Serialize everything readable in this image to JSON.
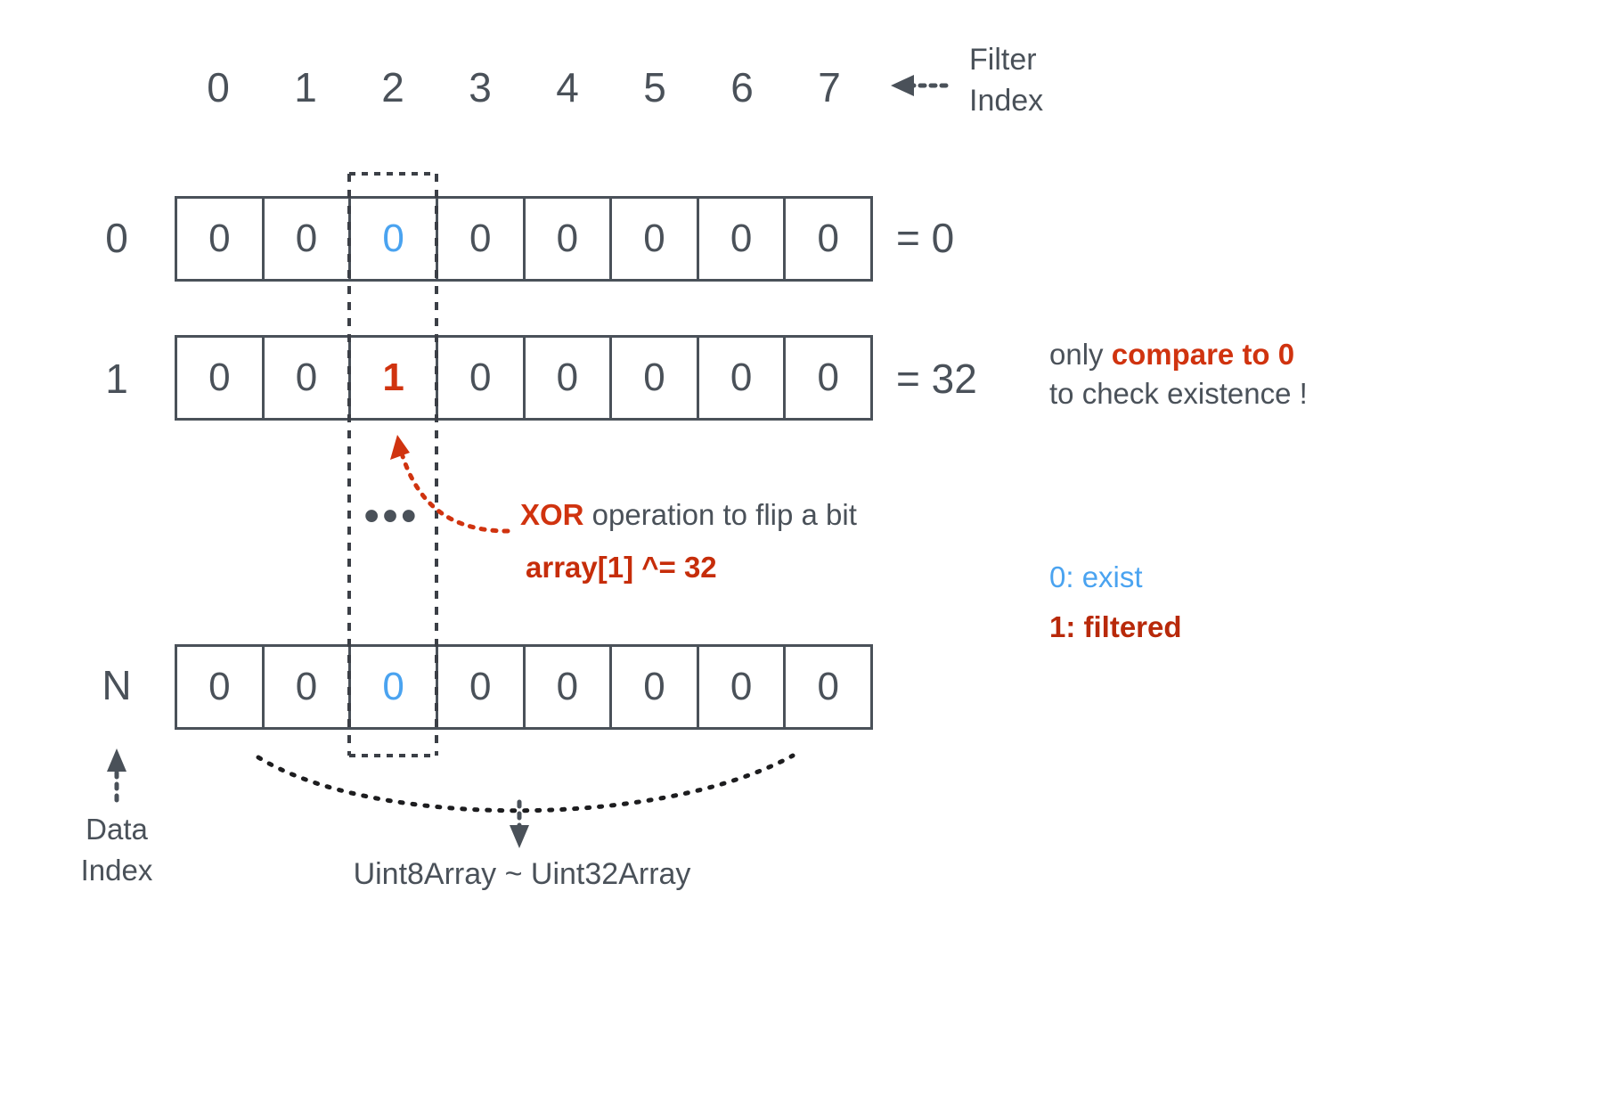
{
  "diagram": {
    "title_caption": "Uint8Array ~ Uint32Array",
    "filter_index": {
      "label": "Filter\nIndex",
      "ticks": [
        "0",
        "1",
        "2",
        "3",
        "4",
        "5",
        "6",
        "7"
      ],
      "arrow_icon": "dotted-left-arrow-icon"
    },
    "data_index": {
      "label": "Data\nIndex",
      "arrow_icon": "dotted-up-arrow-icon"
    },
    "rows": [
      {
        "row_label": "0",
        "cells": [
          "0",
          "0",
          "0",
          "0",
          "0",
          "0",
          "0",
          "0"
        ],
        "highlight_index": 2,
        "highlight_color": "blue",
        "sum": "= 0"
      },
      {
        "row_label": "1",
        "cells": [
          "0",
          "0",
          "1",
          "0",
          "0",
          "0",
          "0",
          "0"
        ],
        "highlight_index": 2,
        "highlight_color": "red",
        "sum": "= 32"
      },
      {
        "row_label": "N",
        "cells": [
          "0",
          "0",
          "0",
          "0",
          "0",
          "0",
          "0",
          "0"
        ],
        "highlight_index": 2,
        "highlight_color": "blue",
        "sum": ""
      }
    ],
    "ellipsis": "•••",
    "notes": {
      "existence_note_prefix": "only ",
      "existence_note_emphasis": "compare to 0",
      "existence_note_line2": "to check existence !",
      "xor_note_keyword": "XOR",
      "xor_note_rest": " operation to flip a bit",
      "xor_code": "array[1] ^= 32"
    },
    "legend": [
      {
        "text": "0: exist",
        "kind": "exist"
      },
      {
        "text": "1: filtered",
        "kind": "filtered"
      }
    ],
    "colors": {
      "ink": "#4a5159",
      "blue": "#4aa3f0",
      "red": "#d0330f",
      "dark_red": "#b8290a",
      "background": "#ffffff"
    }
  }
}
